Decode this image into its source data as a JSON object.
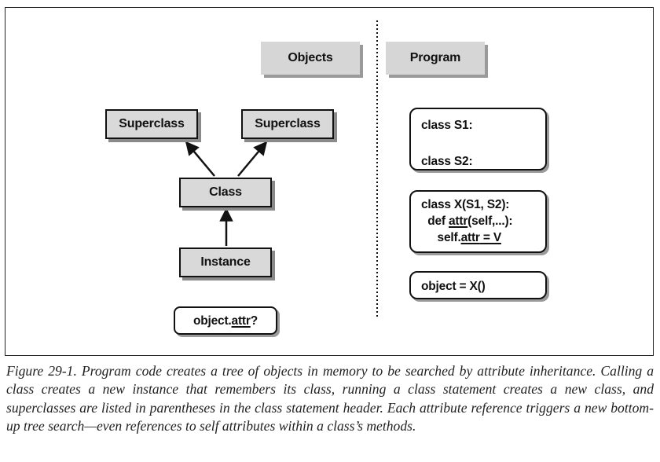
{
  "headers": {
    "objects": "Objects",
    "program": "Program"
  },
  "tree": {
    "superclass_left": "Superclass",
    "superclass_right": "Superclass",
    "class": "Class",
    "instance": "Instance",
    "lookup": {
      "prefix": "object.",
      "attr": "attr",
      "suffix": "?"
    }
  },
  "program": {
    "block1": {
      "line1": "class S1:",
      "line2": "class S2:"
    },
    "block2": {
      "line1": "class X(S1, S2):",
      "line2_prefix": "  def ",
      "line2_attr": "attr",
      "line2_suffix": "(self,...):",
      "line3_prefix": "     self.",
      "line3_attr": "attr",
      "line3_suffix": " = V"
    },
    "block3": {
      "line1": "object = X()"
    }
  },
  "caption": "Figure 29-1. Program code creates a tree of objects in memory to be searched by attribute inheritance. Calling a class creates a new instance that remembers its class, running a class statement creates a new class, and superclasses are listed in parentheses in the class statement header. Each attribute reference triggers a new bottom-up tree search—even references to self attributes within a class’s methods."
}
